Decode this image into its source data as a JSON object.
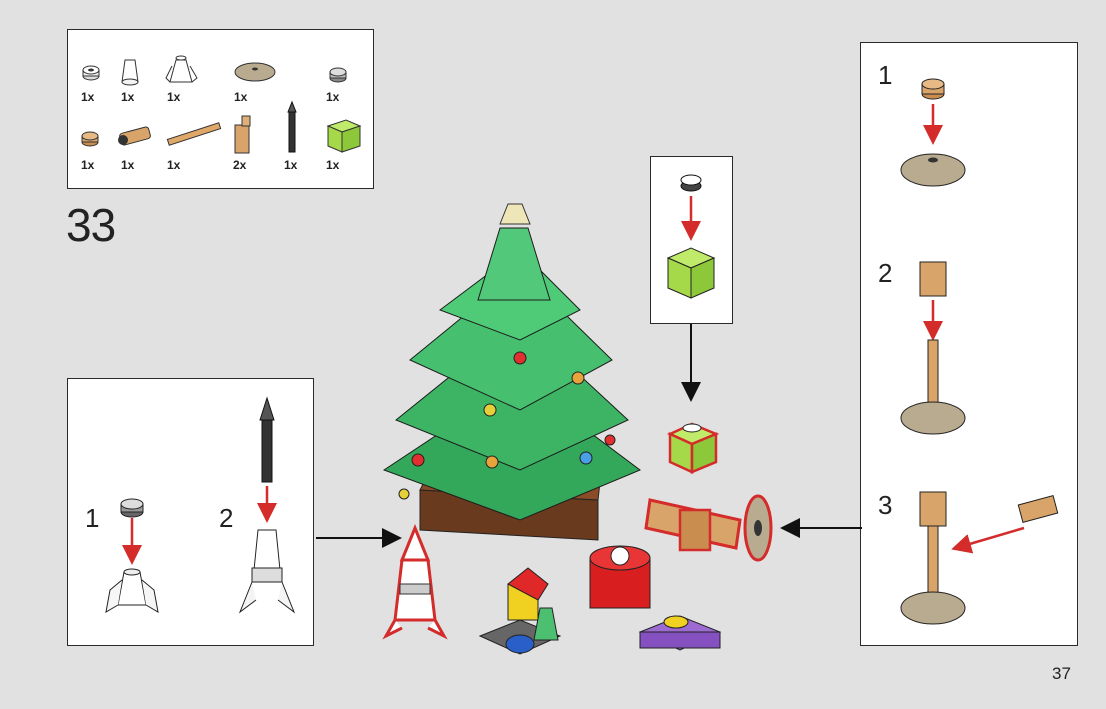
{
  "step_number": "33",
  "page_number": "37",
  "parts": [
    {
      "icon": "round-plate-icon",
      "qty": "1x"
    },
    {
      "icon": "white-cone-icon",
      "qty": "1x"
    },
    {
      "icon": "white-rocket-fins-icon",
      "qty": "1x"
    },
    {
      "icon": "tan-round-dish-icon",
      "qty": "1x"
    },
    {
      "icon": "grey-round-plate-icon",
      "qty": "1x"
    },
    {
      "icon": "tan-round-plate-icon",
      "qty": "1x"
    },
    {
      "icon": "tan-binocular-clip-icon",
      "qty": "1x"
    },
    {
      "icon": "tan-bar-icon",
      "qty": "1x"
    },
    {
      "icon": "tan-clip-icon",
      "qty": "2x"
    },
    {
      "icon": "black-antenna-icon",
      "qty": "1x"
    },
    {
      "icon": "lime-brick-icon",
      "qty": "1x"
    }
  ],
  "sub_steps_left": [
    "1",
    "2"
  ],
  "sub_steps_right": [
    "1",
    "2",
    "3"
  ],
  "colors": {
    "background": "#e1e1e1",
    "tree_green": "#3cb464",
    "arrow_red": "#d42b2b",
    "tan": "#d9a46a",
    "lime": "#a6d94a"
  }
}
